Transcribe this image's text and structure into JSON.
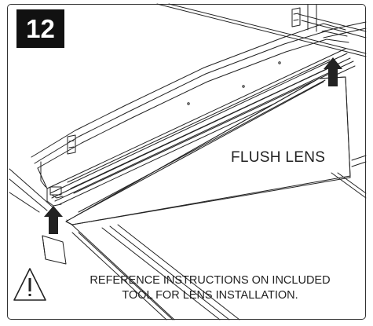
{
  "step": {
    "number": "12"
  },
  "diagram": {
    "part_label": "FLUSH LENS",
    "icons": [
      "up-arrow-icon",
      "up-arrow-icon",
      "warning-icon"
    ]
  },
  "note": {
    "line1": "REFERENCE INSTRUCTIONS ON INCLUDED",
    "line2": "TOOL FOR LENS INSTALLATION."
  },
  "colors": {
    "ink": "#222222",
    "badge": "#111111",
    "badge_text": "#ffffff",
    "background": "#ffffff"
  }
}
